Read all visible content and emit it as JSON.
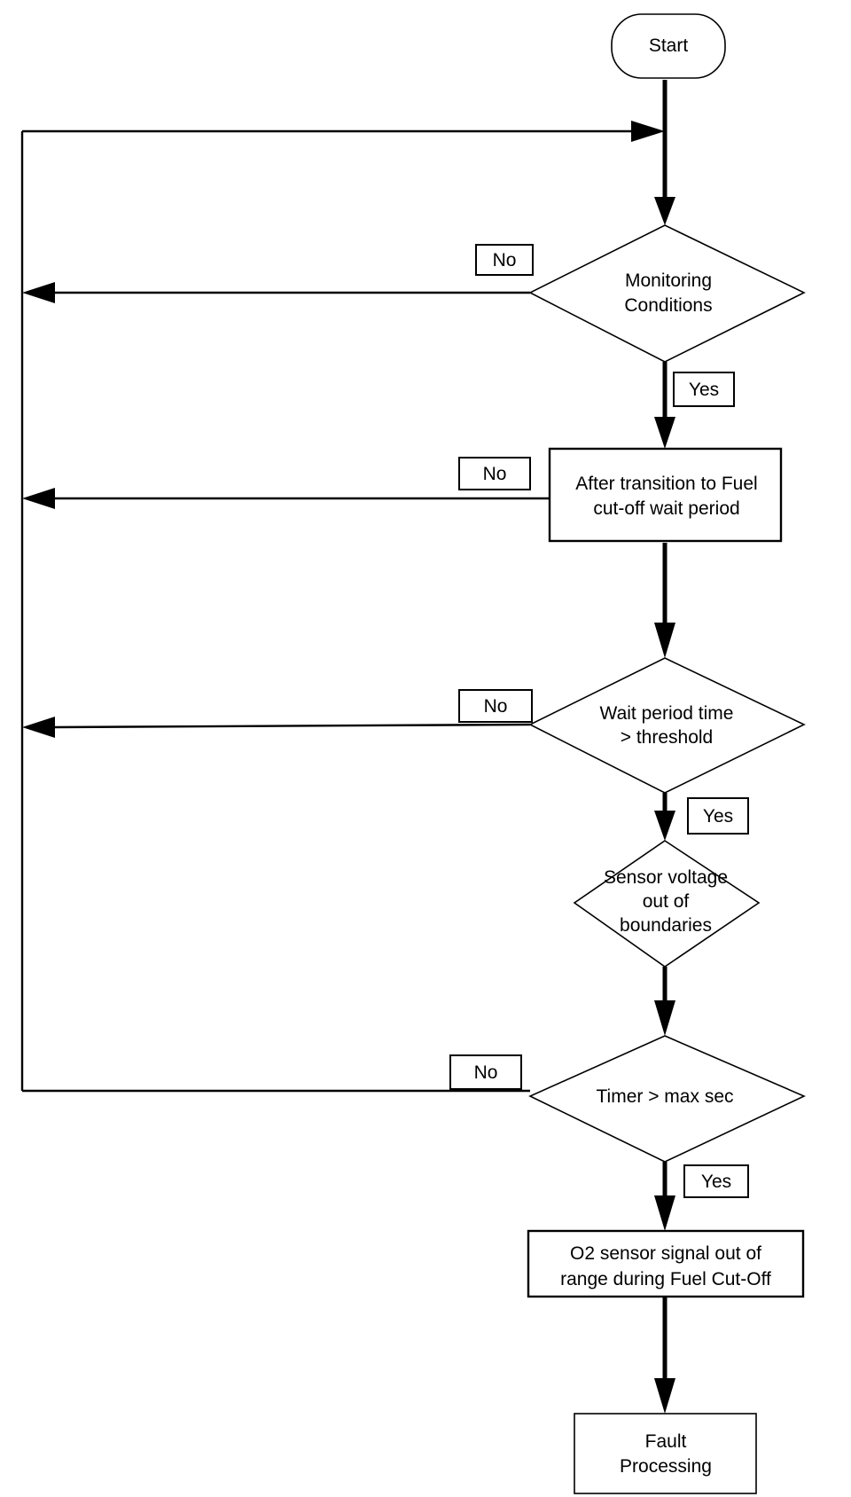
{
  "nodes": {
    "start": "Start",
    "monitoring_l1": "Monitoring",
    "monitoring_l2": "Conditions",
    "after_l1": "After transition to Fuel",
    "after_l2": "cut-off wait period",
    "wait_l1": "Wait period time",
    "wait_l2": "> threshold",
    "sensor_l1": "Sensor voltage",
    "sensor_l2": "out of",
    "sensor_l3": "boundaries",
    "timer_l1": "Timer > max sec",
    "o2_l1": "O2 sensor signal out of",
    "o2_l2": "range during Fuel Cut-Off",
    "fault_l1": "Fault",
    "fault_l2": "Processing"
  },
  "labels": {
    "no_1": "No",
    "yes_1": "Yes",
    "no_2": "No",
    "no_3": "No",
    "yes_2": "Yes",
    "no_4": "No",
    "yes_3": "Yes"
  }
}
